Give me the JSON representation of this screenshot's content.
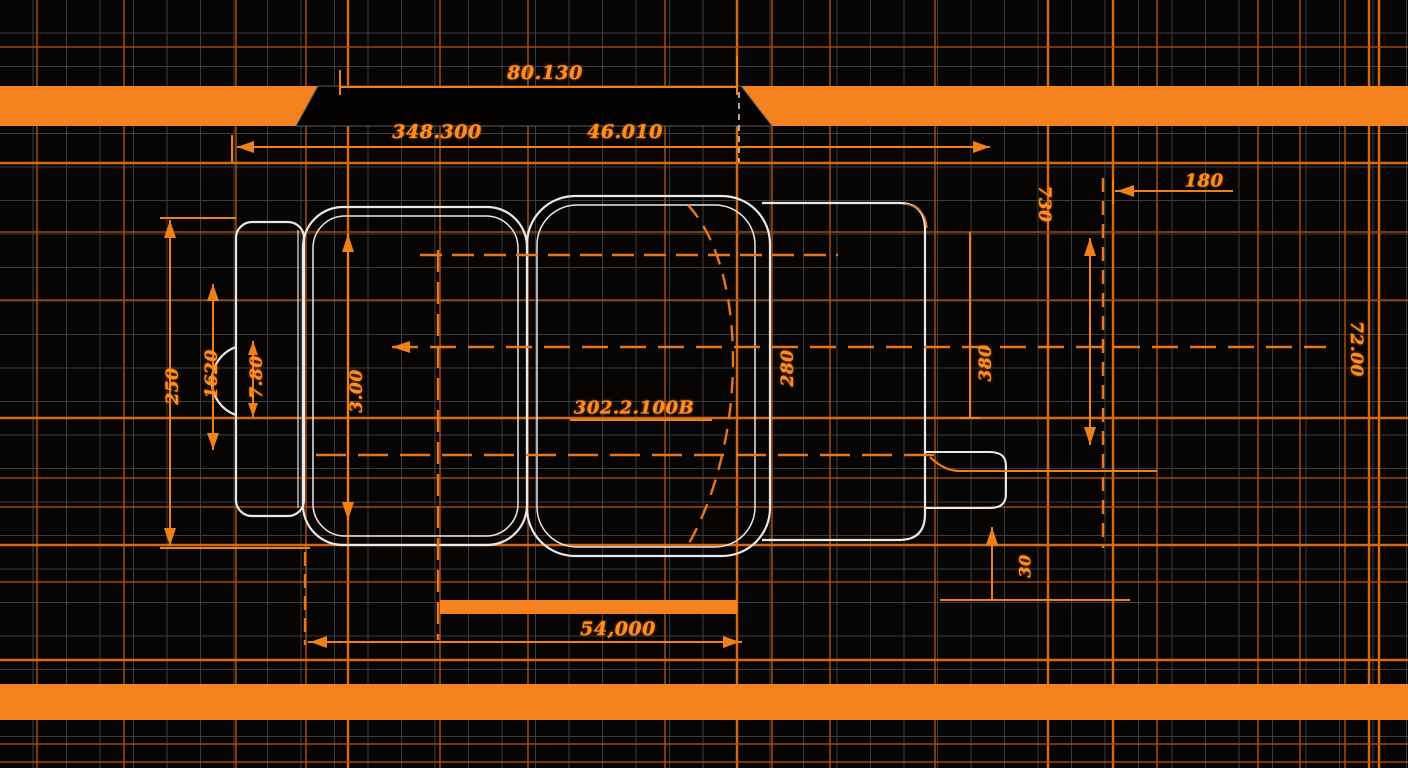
{
  "title": "Technical blueprint drawing - top view with dimensions",
  "colors": {
    "background": "#070503",
    "grid_minor": "#3c3c3c",
    "grid_accent": "#a64c0c",
    "accent_bright": "#f5821f",
    "band": "#f5821f",
    "drawing_line": "#e8e8e8",
    "dim_text": "#ff8d22"
  },
  "dims": {
    "top_width": "80.130",
    "overall_width": "348.300",
    "upper_width": "46.010",
    "right_offset": "180",
    "right_rise": "730",
    "right_height": "380",
    "center_height": "280",
    "right_edge_height": "72.00",
    "left_height": "250",
    "left_inner_height": "1620",
    "bump_height": "7.80",
    "mid_height": "3.00",
    "center_note": "302.2.100B",
    "bottom_width": "54,000",
    "bottom_offset": "30"
  }
}
